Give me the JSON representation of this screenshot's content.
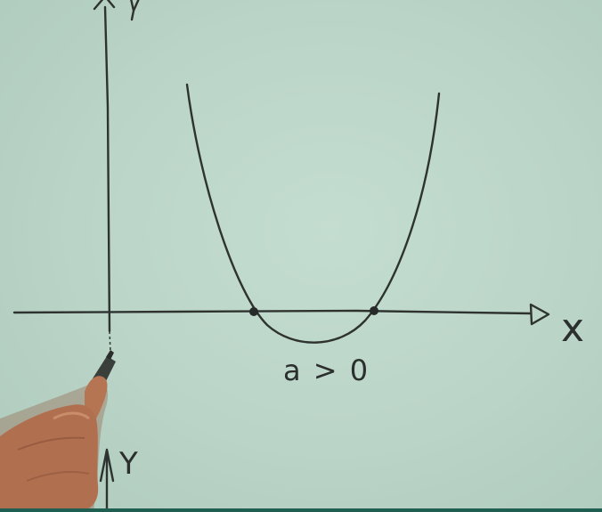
{
  "photo": {
    "subject": "whiteboard-parabola",
    "colors": {
      "board": "#bcd6c9",
      "ink": "#2b2f2d",
      "skin": "#b07050",
      "accent_bar": "#1f5f52"
    }
  },
  "labels": {
    "x_axis": "x",
    "y_axis_top": "Y",
    "y_axis_bottom": "Y",
    "condition": "a > 0"
  }
}
